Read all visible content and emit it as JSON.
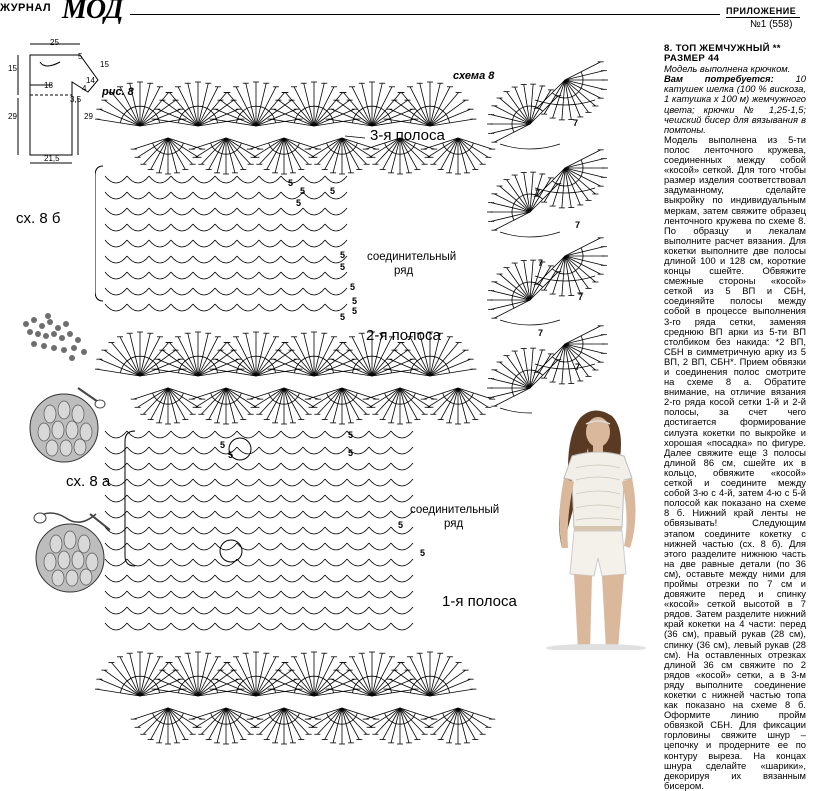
{
  "header": {
    "magazine_small": "ЖУРНАЛ",
    "magazine_big": "МОД",
    "supplement": "ПРИЛОЖЕНИЕ",
    "issue": "№1 (558)"
  },
  "pattern_dims": {
    "top_width": "25",
    "left_height_top": "15",
    "shoulder_left": "5",
    "sleeve_a": "15",
    "sleeve_b": "14",
    "mid_18": "18",
    "mid_3_5": "3,5",
    "mid_4": "4",
    "left_height_bottom": "29",
    "right_height_bottom": "29",
    "bottom_width": "21,5"
  },
  "figure_label": "рис. 8",
  "scheme_label": "схема 8",
  "stripes": {
    "stripe3": "3-я полоса",
    "stripe2": "2-я полоса",
    "stripe1": "1-я полоса"
  },
  "scheme_refs": {
    "sx8b": "сх. 8 б",
    "sx8a": "сх. 8 а"
  },
  "connecting_row": {
    "upper_line1": "соединительный",
    "upper_line2": "ряд",
    "lower_line1": "соединительный",
    "lower_line2": "ряд"
  },
  "row_numbers": [
    "5",
    "5",
    "5",
    "5",
    "5",
    "5",
    "5",
    "5",
    "5",
    "5",
    "5",
    "5",
    "5",
    "5",
    "5",
    "5",
    "7",
    "7",
    "7",
    "7",
    "7",
    "7",
    "7",
    "7"
  ],
  "article": {
    "title": "8. ТОП ЖЕМЧУЖНЫЙ **",
    "size": "РАЗМЕР 44",
    "note": "Модель выполнена крючком.",
    "need_label": "Вам потребуется:",
    "need_text": " 10 катушек шелка (100 % вискоза, 1 катушка х 100 м) жемчужного цвета; крючки № 1,25-1,5; чешский бисер для вязывания в помпоны.",
    "body": "Модель выполнена из 5-ти полос ленточного кружева, соединенных между собой «косой» сеткой. Для того чтобы размер изделия соответствовал задуманному, сделайте выкройку по индивидуальным меркам, затем свяжите образец ленточного кружева по схеме 8. По образцу и лекалам выполните расчет вязания. Для кокетки выполните две полосы длиной 100 и 128 см, короткие концы сшейте. Обвяжите смежные стороны «косой» сеткой из 5 ВП и СБН, соединяйте полосы между собой в процессе выполнения 3-го ряда сетки, заменяя среднюю ВП арки из 5-ти ВП столбиком без накида: *2 ВП, СБН в симметричную арку из 5 ВП, 2 ВП, СБН*. Прием обвязки и соединения полос смотрите на схеме 8 а. Обратите внимание, на отличие вязания 2-го ряда косой сетки 1-й и 2-й полосы, за счет чего достигается формирование силуэта кокетки по выкройке и хорошая «посадка» по фигуре. Далее свяжите еще 3 полосы длиной 86 см, сшейте их в кольцо, обвяжите «косой» сеткой и соедините между собой 3-ю с 4-й, затем 4-ю с 5-й полосой как показано на схеме 8 б. Нижний край ленты не обвязывать! Следующим этапом соедините кокетку с нижней частью (сх. 8 б). Для этого разделите нижнюю часть на две равные детали (по 36 см), оставьте между ними для проймы отрезки по 7 см и довяжите перед и спинку «косой» сеткой высотой в 7 рядов. Затем разделите нижний край кокетки на 4 части: перед (36 см), правый рукав (28 см), спинку (36 см), левый рукав (28 см). На оставленных отрезках длиной 36 см свяжите по 2 рядов «косой» сетки, а в 3-м ряду выполните соединение кокетки с нижней частью топа как показано на схеме 8 б. Оформите линию пройм обвязкой СБН. Для фиксации горловины свяжите шнур – цепочку и продерните ее по контуру выреза. На концах шнура сделайте «шарики», декорируя их вязанным бисером."
  },
  "colors": {
    "ink": "#000000",
    "paper": "#ffffff",
    "photo_bg": "#e6e6e6",
    "hair": "#5a3a22",
    "top": "#f4f1ea",
    "beads": "#777777"
  }
}
